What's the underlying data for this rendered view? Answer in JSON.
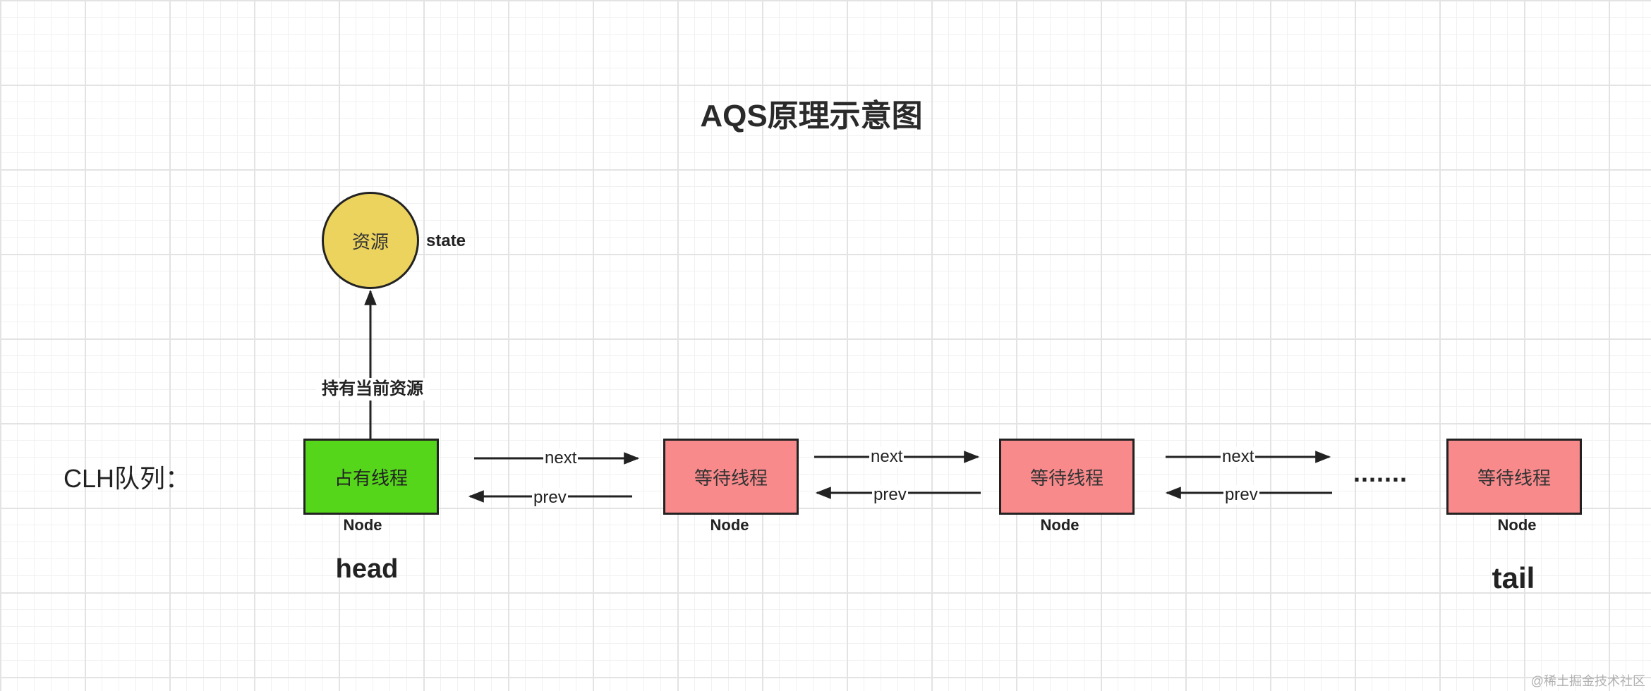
{
  "title": "AQS原理示意图",
  "queue_label": "CLH队列：",
  "resource": {
    "label": "资源",
    "state_label": "state"
  },
  "hold_label": "持有当前资源",
  "nodes": [
    {
      "text": "占有线程",
      "type_label": "Node"
    },
    {
      "text": "等待线程",
      "type_label": "Node"
    },
    {
      "text": "等待线程",
      "type_label": "Node"
    },
    {
      "text": "等待线程",
      "type_label": "Node"
    }
  ],
  "links": {
    "next_label": "next",
    "prev_label": "prev"
  },
  "ellipsis": ".......",
  "head_label": "head",
  "tail_label": "tail",
  "watermark": "@稀土掘金技术社区",
  "colors": {
    "holder_node": "#56d61b",
    "waiting_node": "#f98a8c",
    "resource": "#ecd35e"
  }
}
